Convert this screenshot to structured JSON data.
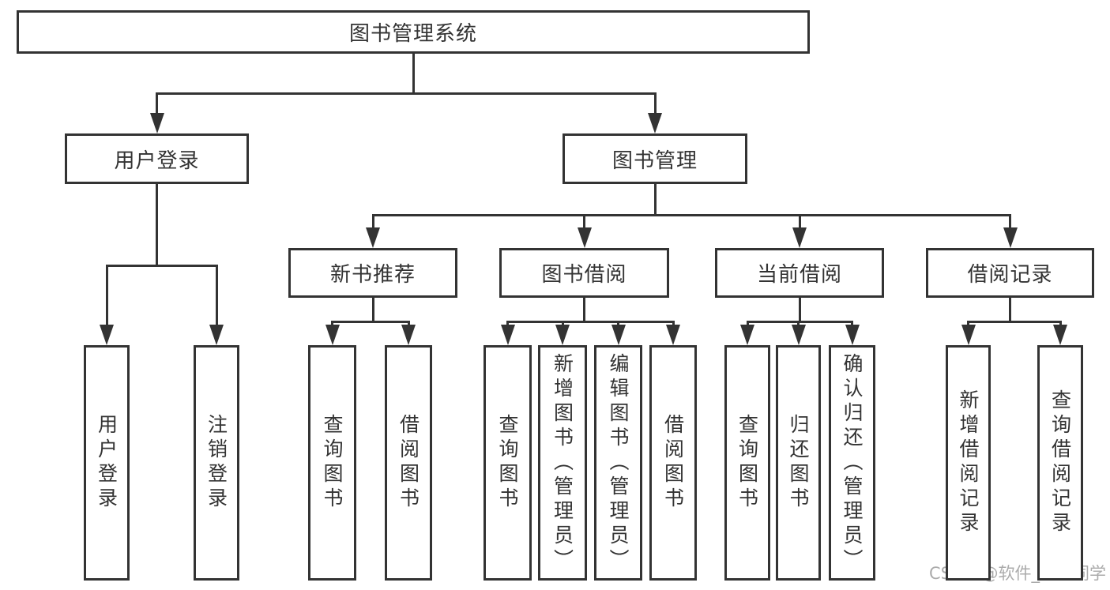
{
  "diagram": {
    "title": "图书管理系统",
    "tree": {
      "id": "root",
      "label": "图书管理系统",
      "children": [
        {
          "id": "login",
          "label": "用户登录",
          "children": [
            {
              "id": "login-user",
              "label": "用户登录"
            },
            {
              "id": "login-logout",
              "label": "注销登录"
            }
          ]
        },
        {
          "id": "mgmt",
          "label": "图书管理",
          "children": [
            {
              "id": "rec",
              "label": "新书推荐",
              "children": [
                {
                  "id": "rec-query",
                  "label": "查询图书"
                },
                {
                  "id": "rec-borrow",
                  "label": "借阅图书"
                }
              ]
            },
            {
              "id": "borrow",
              "label": "图书借阅",
              "children": [
                {
                  "id": "borrow-query",
                  "label": "查询图书"
                },
                {
                  "id": "borrow-add",
                  "label": "新增图书（管理员）"
                },
                {
                  "id": "borrow-edit",
                  "label": "编辑图书（管理员）"
                },
                {
                  "id": "borrow-borrow",
                  "label": "借阅图书"
                }
              ]
            },
            {
              "id": "current",
              "label": "当前借阅",
              "children": [
                {
                  "id": "current-query",
                  "label": "查询图书"
                },
                {
                  "id": "current-return",
                  "label": "归还图书"
                },
                {
                  "id": "current-confirm",
                  "label": "确认归还（管理员）"
                }
              ]
            },
            {
              "id": "records",
              "label": "借阅记录",
              "children": [
                {
                  "id": "records-add",
                  "label": "新增借阅记录"
                },
                {
                  "id": "records-query",
                  "label": "查询借阅记录"
                }
              ]
            }
          ]
        }
      ]
    }
  },
  "watermark": {
    "text": "CSDN @软件_小贺同学"
  },
  "colors": {
    "line": "#333333",
    "text": "#333333",
    "watermark": "#ababab",
    "background": "#ffffff"
  }
}
